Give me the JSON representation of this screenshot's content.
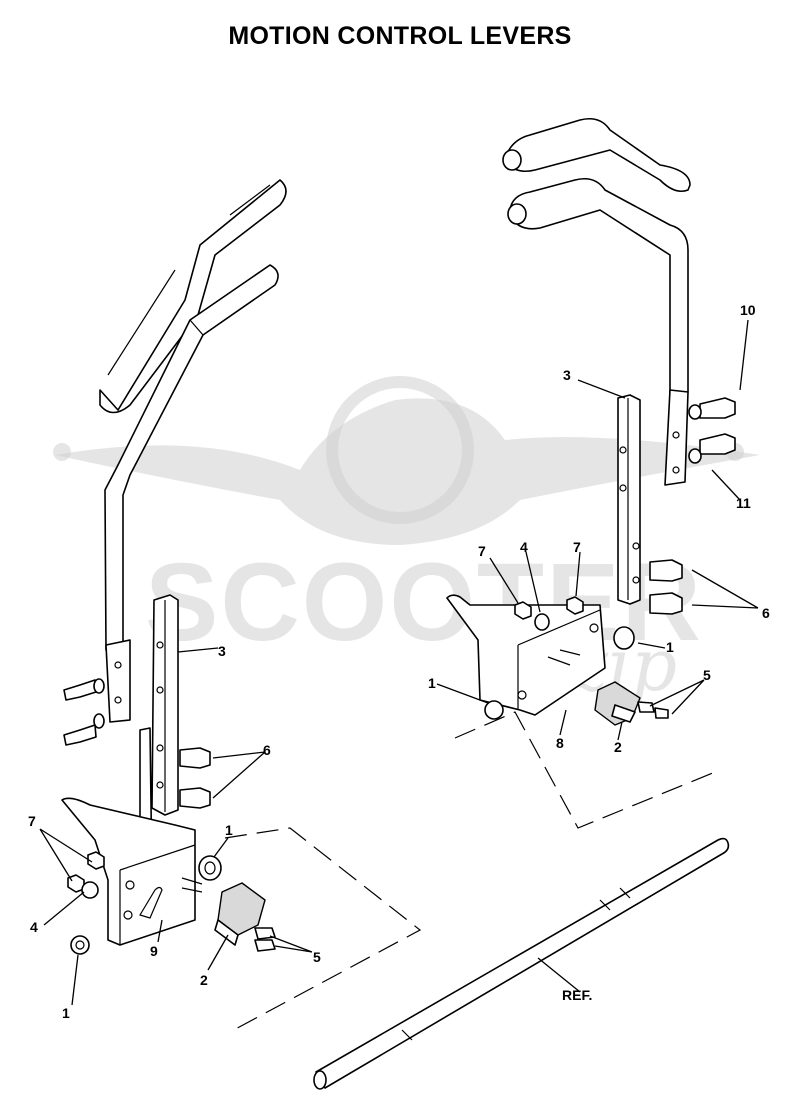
{
  "title": "MOTION CONTROL LEVERS",
  "watermark": {
    "brand": "SCOOTER",
    "script": "zip"
  },
  "callouts": {
    "left": {
      "c1a": "1",
      "c1b": "1",
      "c2": "2",
      "c3": "3",
      "c4": "4",
      "c5": "5",
      "c6": "6",
      "c7": "7",
      "c9": "9"
    },
    "right": {
      "c1a": "1",
      "c1b": "1",
      "c2": "2",
      "c3": "3",
      "c4": "4",
      "c5": "5",
      "c6": "6",
      "c7a": "7",
      "c7b": "7",
      "c8": "8",
      "c10": "10",
      "c11": "11"
    },
    "ref": "REF."
  },
  "colors": {
    "line": "#000000",
    "shade": "#d9d9d9",
    "watermark": "#cfcfcf"
  }
}
